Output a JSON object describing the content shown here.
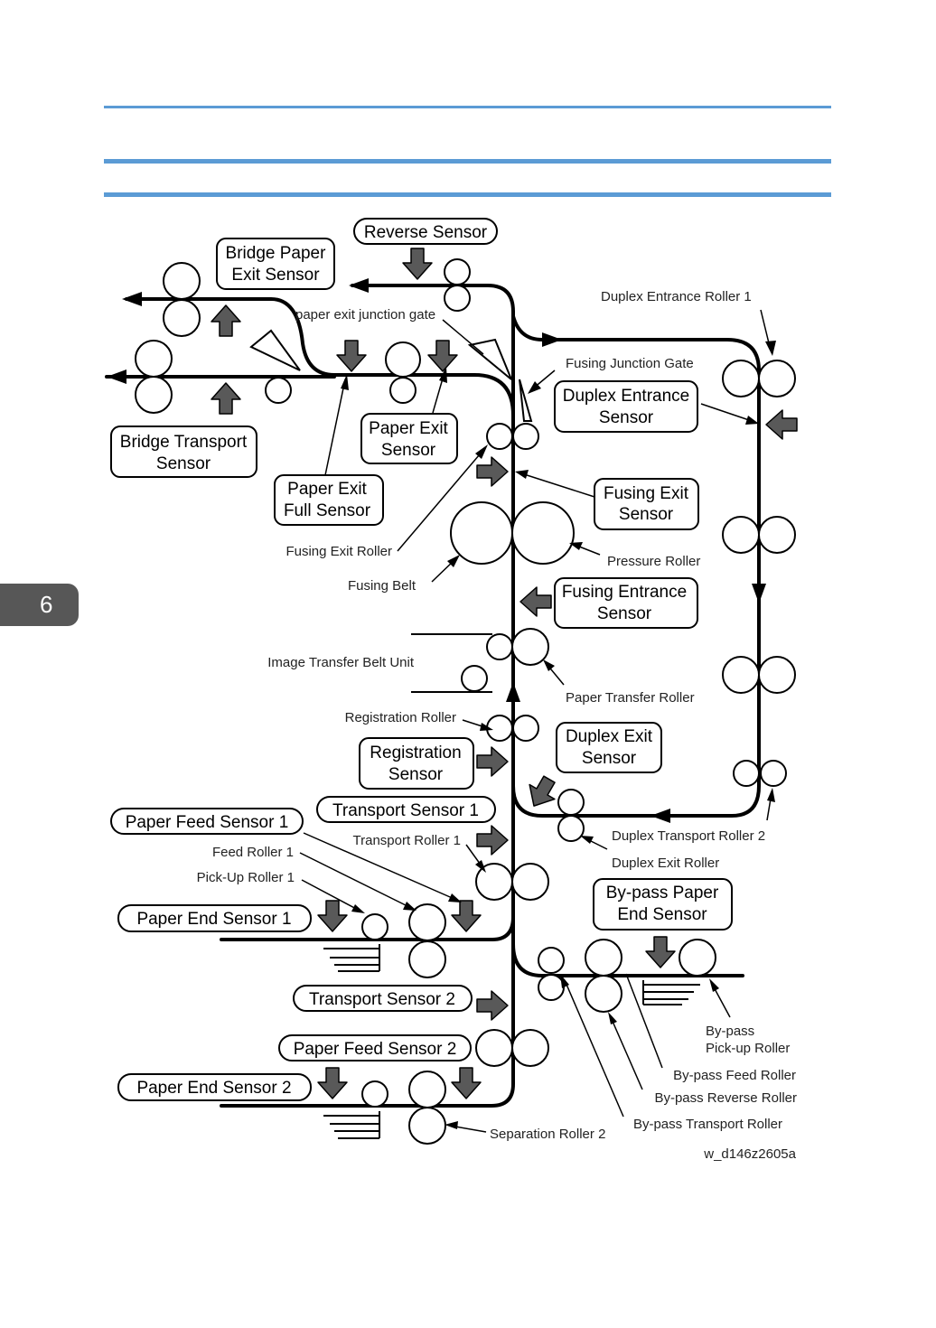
{
  "page": {
    "chapter_number": "6",
    "figure_id": "w_d146z2605a"
  },
  "sensors": {
    "reverse": "Reverse Sensor",
    "bridge_exit": [
      "Bridge Paper",
      "Exit Sensor"
    ],
    "bridge_transport": [
      "Bridge Transport",
      "Sensor"
    ],
    "paper_exit": [
      "Paper Exit",
      "Sensor"
    ],
    "paper_exit_full": [
      "Paper Exit",
      "Full Sensor"
    ],
    "duplex_entrance": [
      "Duplex Entrance",
      "Sensor"
    ],
    "fusing_exit": [
      "Fusing Exit",
      "Sensor"
    ],
    "fusing_entrance": [
      "Fusing Entrance",
      "Sensor"
    ],
    "duplex_exit": [
      "Duplex Exit",
      "Sensor"
    ],
    "registration": [
      "Registration",
      "Sensor"
    ],
    "transport_1": "Transport Sensor 1",
    "paper_feed_1": "Paper Feed Sensor 1",
    "paper_end_1": "Paper End Sensor 1",
    "bypass_end": [
      "By-pass Paper",
      "End Sensor"
    ],
    "transport_2": "Transport Sensor 2",
    "paper_feed_2": "Paper Feed Sensor 2",
    "paper_end_2": "Paper End Sensor 2"
  },
  "labels": {
    "exit_gate": "paper exit junction gate",
    "duplex_entrance_roller": "Duplex Entrance Roller 1",
    "fusing_gate": "Fusing Junction Gate",
    "fusing_exit_roller": "Fusing Exit Roller",
    "pressure_roller": "Pressure Roller",
    "fusing_belt": "Fusing Belt",
    "itb_unit": "Image Transfer Belt Unit",
    "paper_transfer_roller": "Paper Transfer Roller",
    "registration_roller": "Registration Roller",
    "transport_roller_1": "Transport Roller 1",
    "feed_roller_1": "Feed Roller 1",
    "pickup_roller_1": "Pick-Up Roller 1",
    "duplex_transport_roller_2": "Duplex Transport Roller 2",
    "duplex_exit_roller": "Duplex Exit Roller",
    "bypass_pickup": [
      "By-pass",
      "Pick-up Roller"
    ],
    "bypass_feed": "By-pass Feed Roller",
    "bypass_reverse": "By-pass Reverse Roller",
    "bypass_transport": "By-pass Transport Roller",
    "separation_roller_2": "Separation Roller 2"
  }
}
